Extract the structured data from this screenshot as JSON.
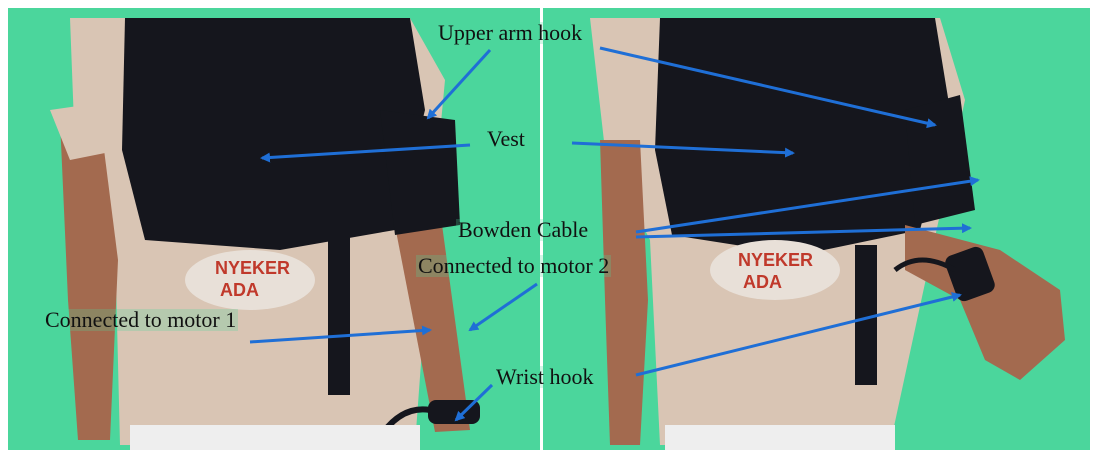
{
  "figure": {
    "colors": {
      "background_wall": "#4bd69c",
      "vest": "#15161d",
      "shirt": "#d9c5b4",
      "skin": "#a36a4f",
      "arrow": "#1f6fd6"
    },
    "labels": {
      "upper_arm_hook": "Upper arm hook",
      "vest": "Vest",
      "bowden_cable": "Bowden Cable",
      "connected_motor_2": "Connected to motor 2",
      "connected_motor_1": "Connected to motor 1",
      "wrist_hook": "Wrist hook"
    },
    "shirt_print": "NYEKER\nADA"
  }
}
